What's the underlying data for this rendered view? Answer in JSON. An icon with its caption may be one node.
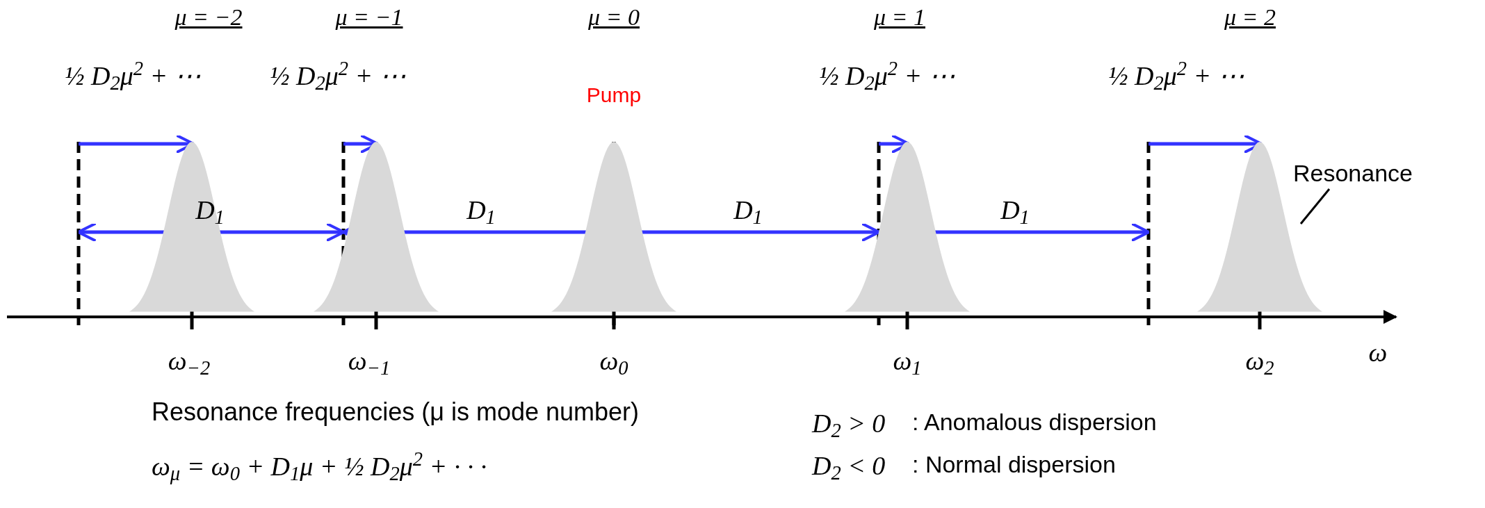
{
  "diagram": {
    "nodes": [
      {
        "text": [
          "Resonance"
        ]
      },
      {
        "text": [],
        "shape": "peak"
      }
    ],
    "edges": [
      {
        "from": 0,
        "to": 1,
        "arrow": "none"
      }
    ],
    "labels": [
      "μ = −2",
      "μ = −1",
      "μ = 0",
      "μ = 1",
      "μ = 2",
      "½ D$_{2}$μ$^{2}$ + ⋯",
      "½ D$_{2}$μ$^{2}$ + ⋯",
      "Pump",
      "½ D$_{2}$μ$^{2}$ + ⋯",
      "½ D$_{2}$μ$^{2}$ + ⋯",
      "D$_{1}$",
      "D$_{1}$",
      "D$_{1}$",
      "D$_{1}$",
      "ω$_{−2}$",
      "ω$_{−1}$",
      "ω$_{0}$",
      "ω$_{1}$",
      "ω$_{2}$",
      "ω",
      "Resonance frequencies (μ is mode number)",
      "D$_{2}$ > 0",
      ": Anomalous dispersion",
      "ω$_{μ}$ = ω$_{0}$ + D$_{1}$μ + ½ D$_{2}$μ$^{2}$ + · · ·",
      "D$_{2}$ < 0",
      ": Normal dispersion"
    ]
  }
}
